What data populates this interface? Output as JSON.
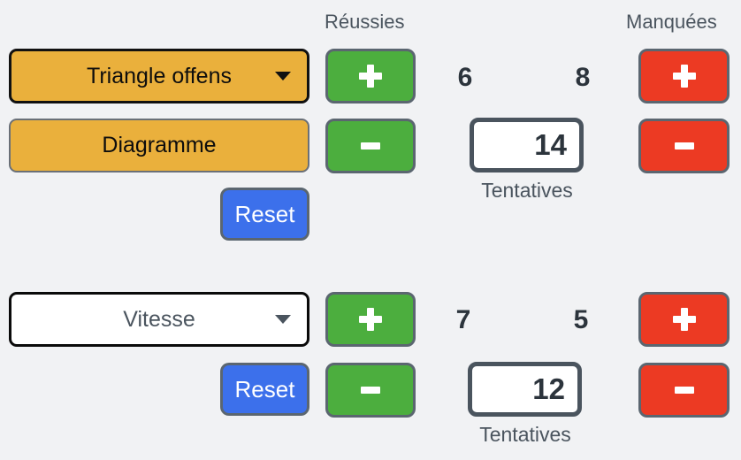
{
  "theme": {
    "background": "#f1f2f4",
    "orange": "#eab03c",
    "green": "#4cae3e",
    "red": "#ec3a23",
    "blue": "#3c70eb",
    "slate": "#4a545e",
    "text_dark": "#2c343c"
  },
  "headers": {
    "made_label": "Réussies",
    "missed_label": "Manquées"
  },
  "rows": [
    {
      "id": "row-1",
      "selector": {
        "value": "Triangle offens",
        "style": "orange",
        "caret_icon": "chevron-down-icon"
      },
      "secondary_button": {
        "label": "Diagramme"
      },
      "reset_button": {
        "label": "Reset"
      },
      "made": {
        "plus_label": "+",
        "minus_label": "-",
        "count": "6",
        "plus_icon": "plus-icon",
        "minus_icon": "minus-icon"
      },
      "missed": {
        "plus_label": "+",
        "minus_label": "-",
        "count": "8",
        "plus_icon": "plus-icon",
        "minus_icon": "minus-icon"
      },
      "attempts": {
        "value": "14",
        "caption": "Tentatives"
      }
    },
    {
      "id": "row-2",
      "selector": {
        "value": "Vitesse",
        "style": "white",
        "caret_icon": "chevron-down-icon"
      },
      "reset_button": {
        "label": "Reset"
      },
      "made": {
        "plus_label": "+",
        "minus_label": "-",
        "count": "7",
        "plus_icon": "plus-icon",
        "minus_icon": "minus-icon"
      },
      "missed": {
        "plus_label": "+",
        "minus_label": "-",
        "count": "5",
        "plus_icon": "plus-icon",
        "minus_icon": "minus-icon"
      },
      "attempts": {
        "value": "12",
        "caption": "Tentatives"
      }
    }
  ]
}
